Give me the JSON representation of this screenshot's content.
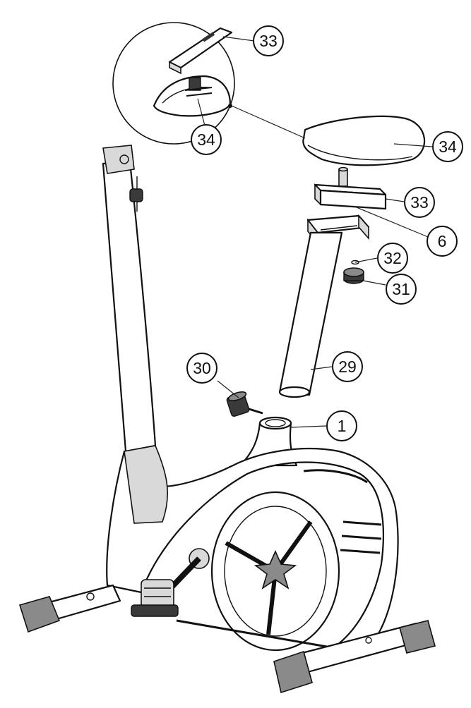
{
  "diagram": {
    "callouts": {
      "c33_detail": "33",
      "c34_detail": "34",
      "c34_saddle": "34",
      "c33_slider": "33",
      "c6": "6",
      "c32": "32",
      "c31": "31",
      "c30": "30",
      "c29": "29",
      "c1": "1"
    }
  }
}
